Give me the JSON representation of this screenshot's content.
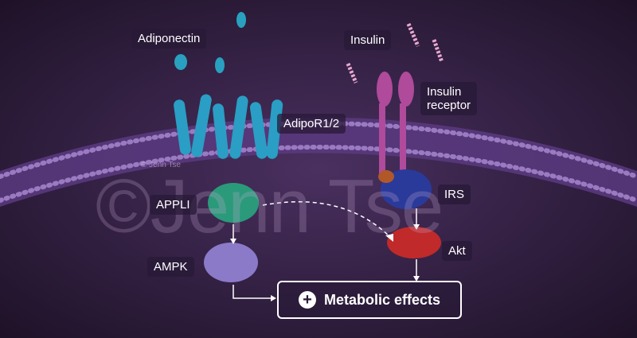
{
  "labels": {
    "adiponectin": "Adiponectin",
    "insulin": "Insulin",
    "insulin_receptor_1": "Insulin",
    "insulin_receptor_2": "receptor",
    "adipor": "AdipoR1/2",
    "appli": "APPLI",
    "irs": "IRS",
    "ampk": "AMPK",
    "akt": "Akt"
  },
  "effects": {
    "label": "Metabolic effects",
    "icon": "plus-circle-icon"
  },
  "watermark": {
    "big": "©Jenn Tse",
    "small": "© Jenn Tse"
  },
  "colors": {
    "background": "#2a1a3a",
    "membrane": "#6a4a8c",
    "adipor": "#2aa0c0",
    "receptor": "#b04a9a",
    "appli": "#2a9a7a",
    "irs": "#2a3a9a",
    "ampk": "#8a7ac8",
    "akt": "#c02a2a"
  }
}
